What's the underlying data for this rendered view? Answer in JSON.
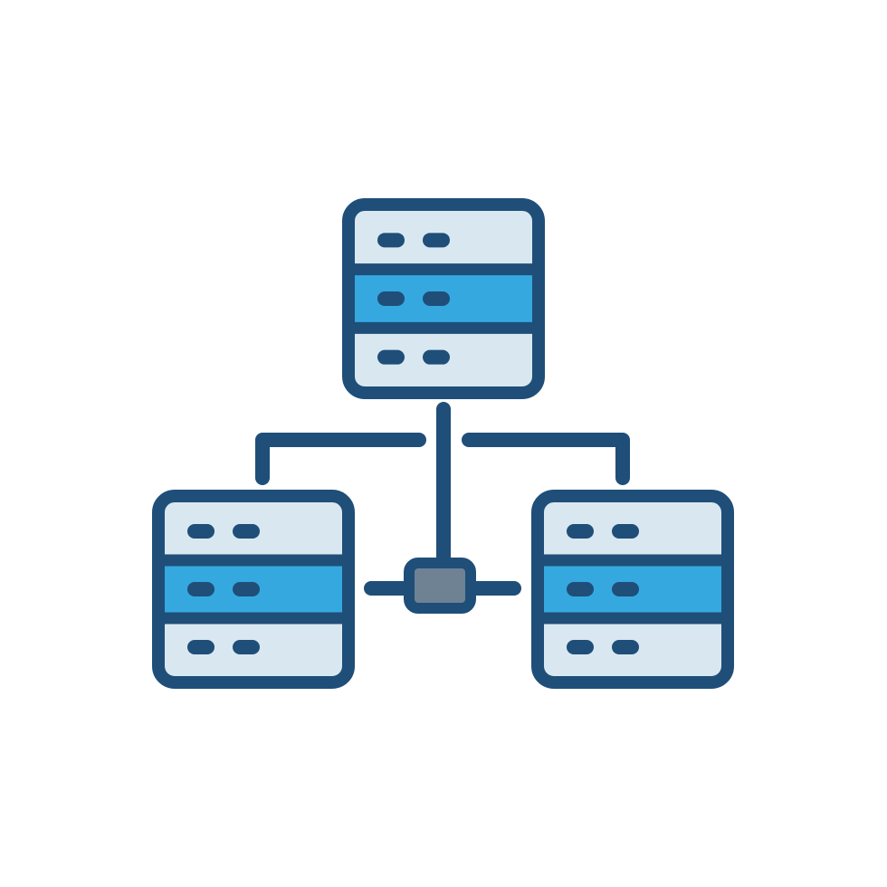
{
  "icon": {
    "name": "server-network-icon",
    "colors": {
      "outline": "#1f4e79",
      "panel_light": "#d9e8f0",
      "panel_accent": "#35a8e0",
      "hub": "#6e8294",
      "background": "#ffffff"
    },
    "servers": [
      {
        "name": "top-server-icon",
        "panels": [
          "light",
          "accent",
          "light"
        ]
      },
      {
        "name": "left-server-icon",
        "panels": [
          "light",
          "accent",
          "light"
        ]
      },
      {
        "name": "right-server-icon",
        "panels": [
          "light",
          "accent",
          "light"
        ]
      }
    ]
  }
}
